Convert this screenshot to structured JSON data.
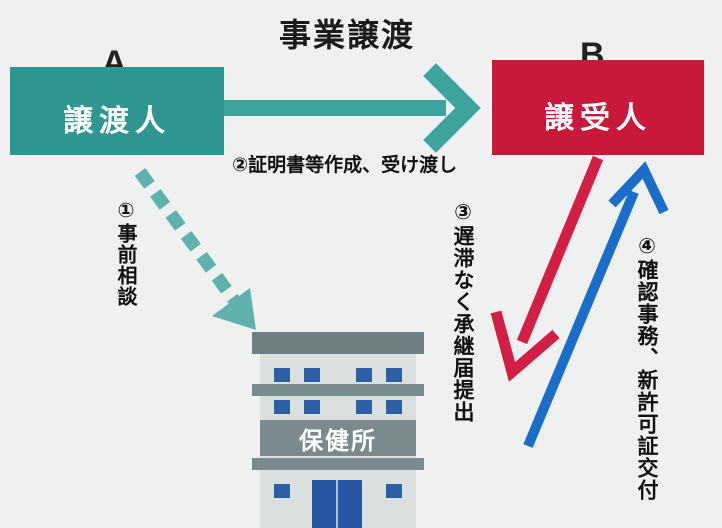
{
  "title": "事業譲渡",
  "party_a": {
    "letter": "A",
    "label": "譲渡人"
  },
  "party_b": {
    "letter": "B",
    "label": "譲受人"
  },
  "steps": {
    "step1": "①事前相談",
    "step2": "②証明書等作成、受け渡し",
    "step3": "③遅滞なく承継届提出",
    "step4": "④確認事務、新許可証交付"
  },
  "building": {
    "sign": "保健所"
  },
  "colors": {
    "teal": "#2f9690",
    "red": "#c8193c",
    "blue": "#1a6ec9",
    "building_window": "#2d5fa5"
  }
}
